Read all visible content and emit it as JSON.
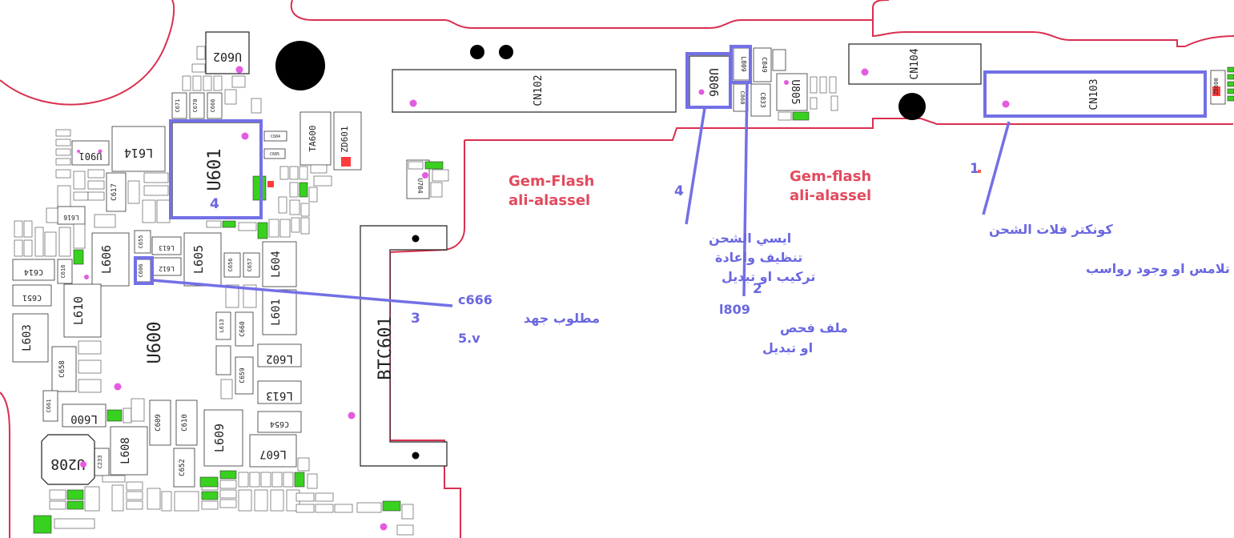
{
  "watermarks": {
    "left": {
      "line1": "Gem-Flash",
      "line2": "ali-alassel"
    },
    "right": {
      "line1": "Gem-flash",
      "line2": "ali-alassel"
    }
  },
  "components": {
    "u602": "U602",
    "u601": "U601",
    "u600": "U600",
    "u601_num": "4",
    "cn102": "CN102",
    "cn104": "CN104",
    "cn103": "CN103",
    "u806": "U806",
    "l809": "L809",
    "u805": "U805",
    "zd800": "ZD800",
    "bt": "BTC601",
    "u704": "U704",
    "u208": "U208",
    "ta600": "TA600",
    "zd601": "ZD601",
    "l614": "L614",
    "u901": "U901",
    "c617": "C617",
    "l616": "L616",
    "l606": "L606",
    "l605": "L605",
    "l604": "L604",
    "l601": "L601",
    "l610": "L610",
    "l603": "L603",
    "l602": "L602",
    "l613": "L613",
    "l600": "L600",
    "l608": "L608",
    "l609": "L609",
    "l607": "L607",
    "c658": "C658",
    "c661": "C661",
    "c609": "C609",
    "c610": "C610",
    "c652": "C652",
    "c233": "C233",
    "c654": "C654",
    "c659": "C659",
    "c660": "C660",
    "c614": "C614",
    "c651": "C651",
    "c616": "C616",
    "c655": "C655",
    "c606": "C606",
    "c656": "C656",
    "c657": "C657",
    "c671": "C671",
    "c670": "C670",
    "c666": "C666",
    "c849": "C849",
    "c860": "C860",
    "c833": "C833",
    "c684": "C684",
    "c685": "C685",
    "l612": "L612",
    "l613b": "L613"
  },
  "annotations": {
    "a1": {
      "num": "1",
      "line1": "كونكتر فلات الشحن",
      "line2": "تأكد من عدم تلامس او وجود رواسب"
    },
    "a2": {
      "num": "2",
      "line1": "l809",
      "line2": "ملف فحص",
      "line3": "او تبديل"
    },
    "a3": {
      "num": "3",
      "line1": "c666",
      "line2": "مطلوب جهد",
      "line3": "5.v"
    },
    "a4": {
      "num": "4",
      "line1": "ايسي الشحن",
      "line2": "تنظيف واعادة",
      "line3": "تركيب او تبديل"
    }
  },
  "colors": {
    "outline": "#d9304f",
    "highlight": "#7370e6",
    "testpoint": "#e35be0",
    "smd_green": "#39d11f",
    "watermark": "#e24a5e"
  }
}
